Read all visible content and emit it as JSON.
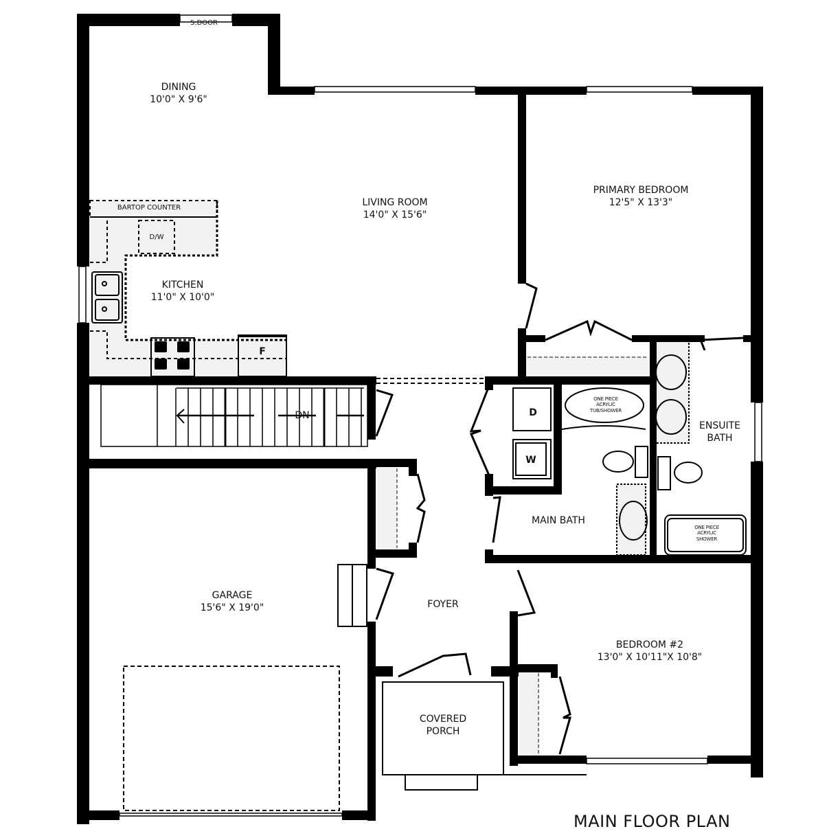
{
  "plan": {
    "title": "MAIN FLOOR PLAN",
    "colors": {
      "wall": "#000000",
      "counter": "#f2f2f2",
      "background": "#ffffff"
    }
  },
  "rooms": {
    "dining": {
      "name": "DINING",
      "size": "10'0\" X 9'6\""
    },
    "living": {
      "name": "LIVING ROOM",
      "size": "14'0\" X 15'6\""
    },
    "kitchen": {
      "name": "KITCHEN",
      "size": "11'0\" X 10'0\""
    },
    "primary_bedroom": {
      "name": "PRIMARY BEDROOM",
      "size": "12'5\" X 13'3\""
    },
    "ensuite": {
      "name": "ENSUITE",
      "name2": "BATH"
    },
    "main_bath": {
      "name": "MAIN BATH"
    },
    "garage": {
      "name": "GARAGE",
      "size": "15'6\" X 19'0\""
    },
    "foyer": {
      "name": "FOYER"
    },
    "bedroom2": {
      "name": "BEDROOM #2",
      "size": "13'0\" X 10'11\"X 10'8\""
    },
    "porch": {
      "name": "COVERED",
      "name2": "PORCH"
    }
  },
  "fixtures": {
    "sliding_door": "S.DOOR",
    "bartop": "BARTOP COUNTER",
    "dishwasher": "D/W",
    "fridge": "F",
    "dryer": "D",
    "washer": "W",
    "stairs": "DN",
    "tub": {
      "l1": "ONE PIECE",
      "l2": "ACRYLIC",
      "l3": "TUB/SHOWER"
    },
    "shower": {
      "l1": "ONE PIECE",
      "l2": "ACRYLIC",
      "l3": "SHOWER"
    }
  }
}
